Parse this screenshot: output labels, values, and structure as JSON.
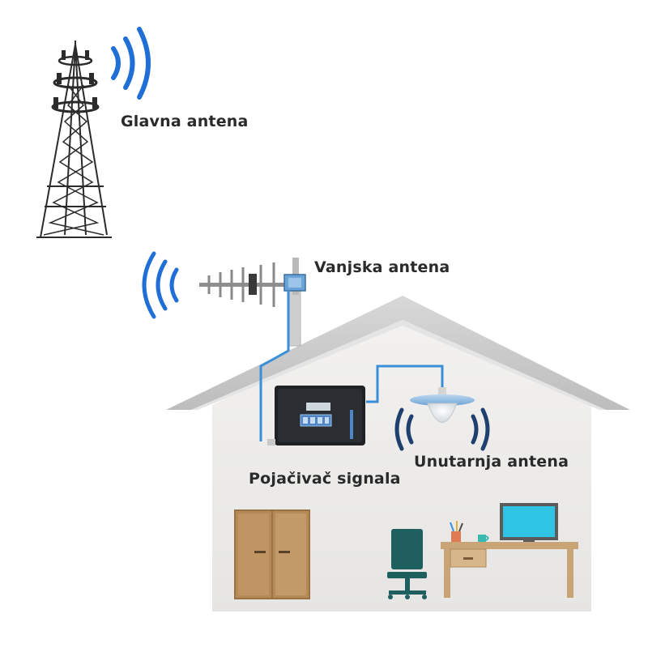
{
  "labels": {
    "main_antenna": "Glavna antena",
    "outdoor_antenna": "Vanjska antena",
    "signal_booster": "Pojačivač signala",
    "indoor_antenna": "Unutarnja antena"
  },
  "icons": {
    "tower": "cell-tower-icon",
    "signal_waves": "signal-waves-icon",
    "yagi_antenna": "yagi-antenna-icon",
    "booster": "signal-booster-icon",
    "ceiling_antenna": "ceiling-antenna-icon",
    "cabinet": "cabinet-icon",
    "chair": "office-chair-icon",
    "desk": "desk-icon",
    "monitor": "monitor-icon"
  },
  "colors": {
    "signal_wave": "#1f6fd6",
    "cable": "#3a8fd8",
    "house_wall": "#ecebe9",
    "roof": "#c9c9c9",
    "booster_body": "#1f2124",
    "cabinet": "#b58a57",
    "chair": "#1f5f5f",
    "desk": "#c9a477",
    "monitor_screen": "#2ec4e6",
    "text": "#2a2a2a"
  }
}
